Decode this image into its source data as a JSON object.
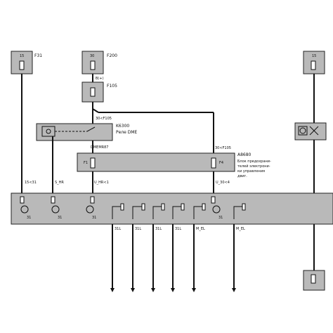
{
  "fuses": {
    "f31": {
      "number": "15",
      "name": "F31"
    },
    "f200": {
      "number": "30",
      "name": "F200"
    },
    "f105": {
      "number": "",
      "name": "F105"
    },
    "b_plus": "B(+)",
    "f105_feed": "30<F105",
    "right_top_number": "15"
  },
  "relay": {
    "code": "K6300",
    "name": "Реле DME"
  },
  "control_unit": {
    "code": "A8680",
    "feed": "30<F105",
    "description_lines": [
      "Блок предохрани-",
      "телей электрони-",
      "ки управления",
      "двиг."
    ],
    "fuse_left": "F1",
    "fuse_right": "F4",
    "relay_output": "DMEMR87"
  },
  "signals": {
    "s15_31": "15<31",
    "s_hr": "S_HR",
    "u_hr": "U_HR<1",
    "u_30": "U_30<4"
  },
  "ground_labels": {
    "g1": "31",
    "g2": "31",
    "g3": "31",
    "g4": "31"
  },
  "bottom_wires": [
    "31L",
    "31L",
    "31L",
    "31L",
    "M_EL",
    "M_EL"
  ],
  "colors": {
    "module_fill": "#b9b9b9",
    "wire": "#111111"
  }
}
